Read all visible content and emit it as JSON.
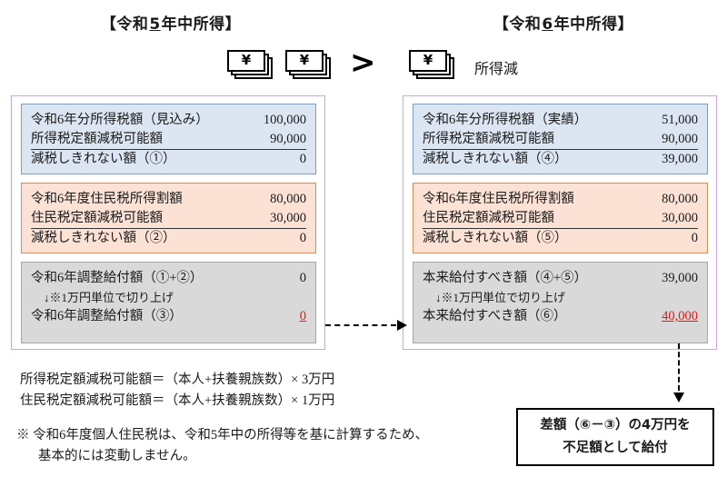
{
  "headers": {
    "left": {
      "prefix": "【令和",
      "year": "5",
      "suffix": "年中所得】"
    },
    "right": {
      "prefix": "【令和",
      "year": "6",
      "suffix": "年中所得】"
    }
  },
  "icons": {
    "yen_symbol": "¥",
    "greater_than": "＞",
    "right_caption": "所得減"
  },
  "left_panel": {
    "income_tax": {
      "rows": [
        {
          "label": "令和6年分所得税額（見込み）",
          "value": "100,000"
        },
        {
          "label": "所得税定額減税可能額",
          "value": "90,000"
        },
        {
          "label": "減税しきれない額（①）",
          "value": "0"
        }
      ]
    },
    "resident_tax": {
      "rows": [
        {
          "label": "令和6年度住民税所得割額",
          "value": "80,000"
        },
        {
          "label": "住民税定額減税可能額",
          "value": "30,000"
        },
        {
          "label": "減税しきれない額（②）",
          "value": "0"
        }
      ]
    },
    "adjustment": {
      "row1": {
        "label": "令和6年調整給付額（①+②）",
        "value": "0"
      },
      "note": "↓※1万円単位で切り上げ",
      "row2": {
        "label": "令和6年調整給付額（③）",
        "value": "0"
      }
    }
  },
  "right_panel": {
    "income_tax": {
      "rows": [
        {
          "label": "令和6年分所得税額（実績）",
          "value": "51,000"
        },
        {
          "label": "所得税定額減税可能額",
          "value": "90,000"
        },
        {
          "label": "減税しきれない額（④）",
          "value": "39,000"
        }
      ]
    },
    "resident_tax": {
      "rows": [
        {
          "label": "令和6年度住民税所得割額",
          "value": "80,000"
        },
        {
          "label": "住民税定額減税可能額",
          "value": "30,000"
        },
        {
          "label": "減税しきれない額（⑤）",
          "value": "0"
        }
      ]
    },
    "adjustment": {
      "row1": {
        "label": "本来給付すべき額（④+⑤）",
        "value": "39,000"
      },
      "note": "↓※1万円単位で切り上げ",
      "row2": {
        "label": "本来給付すべき額（⑥）",
        "value": "40,000"
      }
    }
  },
  "formulas": {
    "line1": "所得税定額減税可能額＝（本人+扶養親族数）× 3万円",
    "line2": "住民税定額減税可能額＝（本人+扶養親族数）× 1万円"
  },
  "remark": {
    "line1": "※ 令和6年度個人住民税は、令和5年中の所得等を基に計算するため、",
    "line2": "基本的には変動しません。"
  },
  "callout": {
    "line1": "差額（⑥－③）の4万円を",
    "line2": "不足額として給付"
  },
  "colors": {
    "panel_border": "#c9a6dd",
    "blue_bg": "#dce6f2",
    "blue_border": "#7d9dc4",
    "peach_bg": "#fbe2d5",
    "peach_border": "#d98b56",
    "gray_bg": "#d9d9d9",
    "gray_border": "#a6a6a6",
    "highlight_red": "#e8160c"
  }
}
